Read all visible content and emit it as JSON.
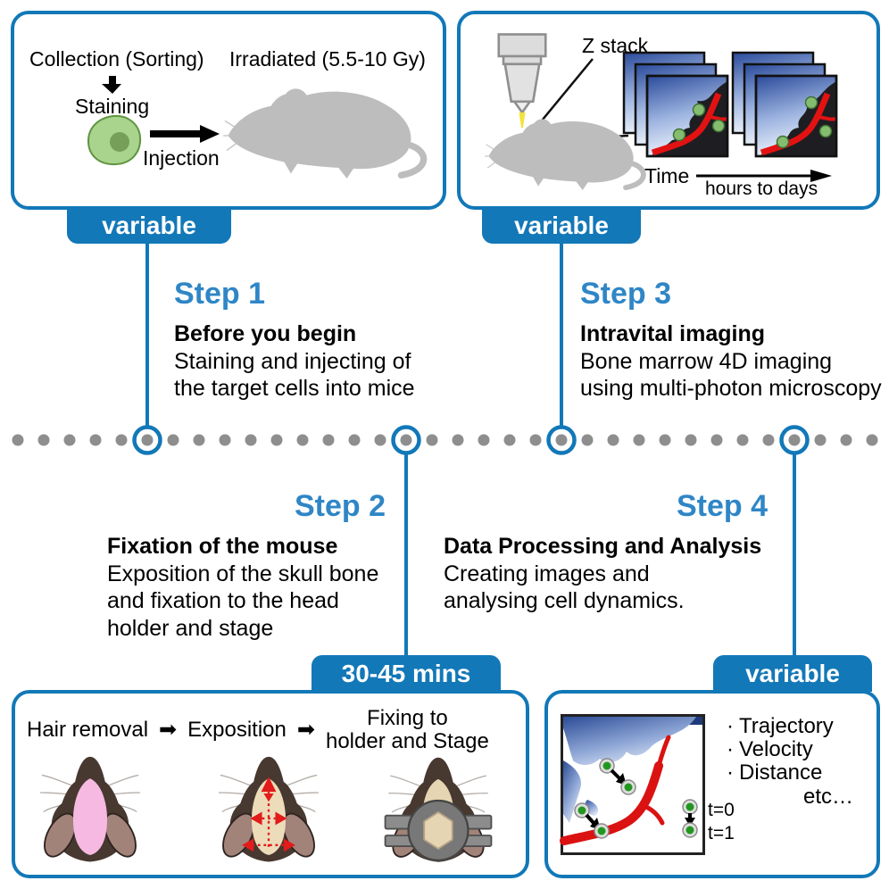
{
  "colors": {
    "accent": "#1278b8",
    "step_title": "#2f86c6",
    "dot_gray": "#8e8e8e"
  },
  "panels": {
    "preparation": {
      "collection_label": "Collection (Sorting)",
      "staining_label": "Staining",
      "injection_label": "Injection",
      "irradiated_label": "Irradiated (5.5-10 Gy)",
      "badge": "variable"
    },
    "imaging": {
      "zstack_label": "Z stack",
      "time_label": "Time",
      "time_scale_label": "hours to days",
      "badge": "variable"
    },
    "fixation": {
      "hair_removal_label": "Hair removal",
      "exposition_label": "Exposition",
      "fixing_line1": "Fixing to",
      "fixing_line2": "holder and Stage",
      "arrow_glyph": "➡",
      "badge": "30-45 mins"
    },
    "analysis": {
      "bullet_glyph": "·",
      "bullets": [
        "Trajectory",
        "Velocity",
        "Distance"
      ],
      "etc_label": "etc…",
      "t0_label": "t=0",
      "t1_label": "t=1",
      "badge": "variable"
    }
  },
  "steps": [
    {
      "title": "Step 1",
      "heading": "Before you begin",
      "lines": [
        "Staining and injecting of",
        "the target cells into mice"
      ]
    },
    {
      "title": "Step 2",
      "heading": "Fixation of the mouse",
      "lines": [
        "Exposition of the skull bone",
        "and fixation to the head",
        "holder and stage"
      ]
    },
    {
      "title": "Step 3",
      "heading": "Intravital imaging",
      "lines": [
        "Bone marrow 4D imaging",
        "using multi-photon microscopy"
      ]
    },
    {
      "title": "Step 4",
      "heading": "Data Processing and Analysis",
      "lines": [
        "Creating images and",
        "analysing cell dynamics."
      ]
    }
  ]
}
